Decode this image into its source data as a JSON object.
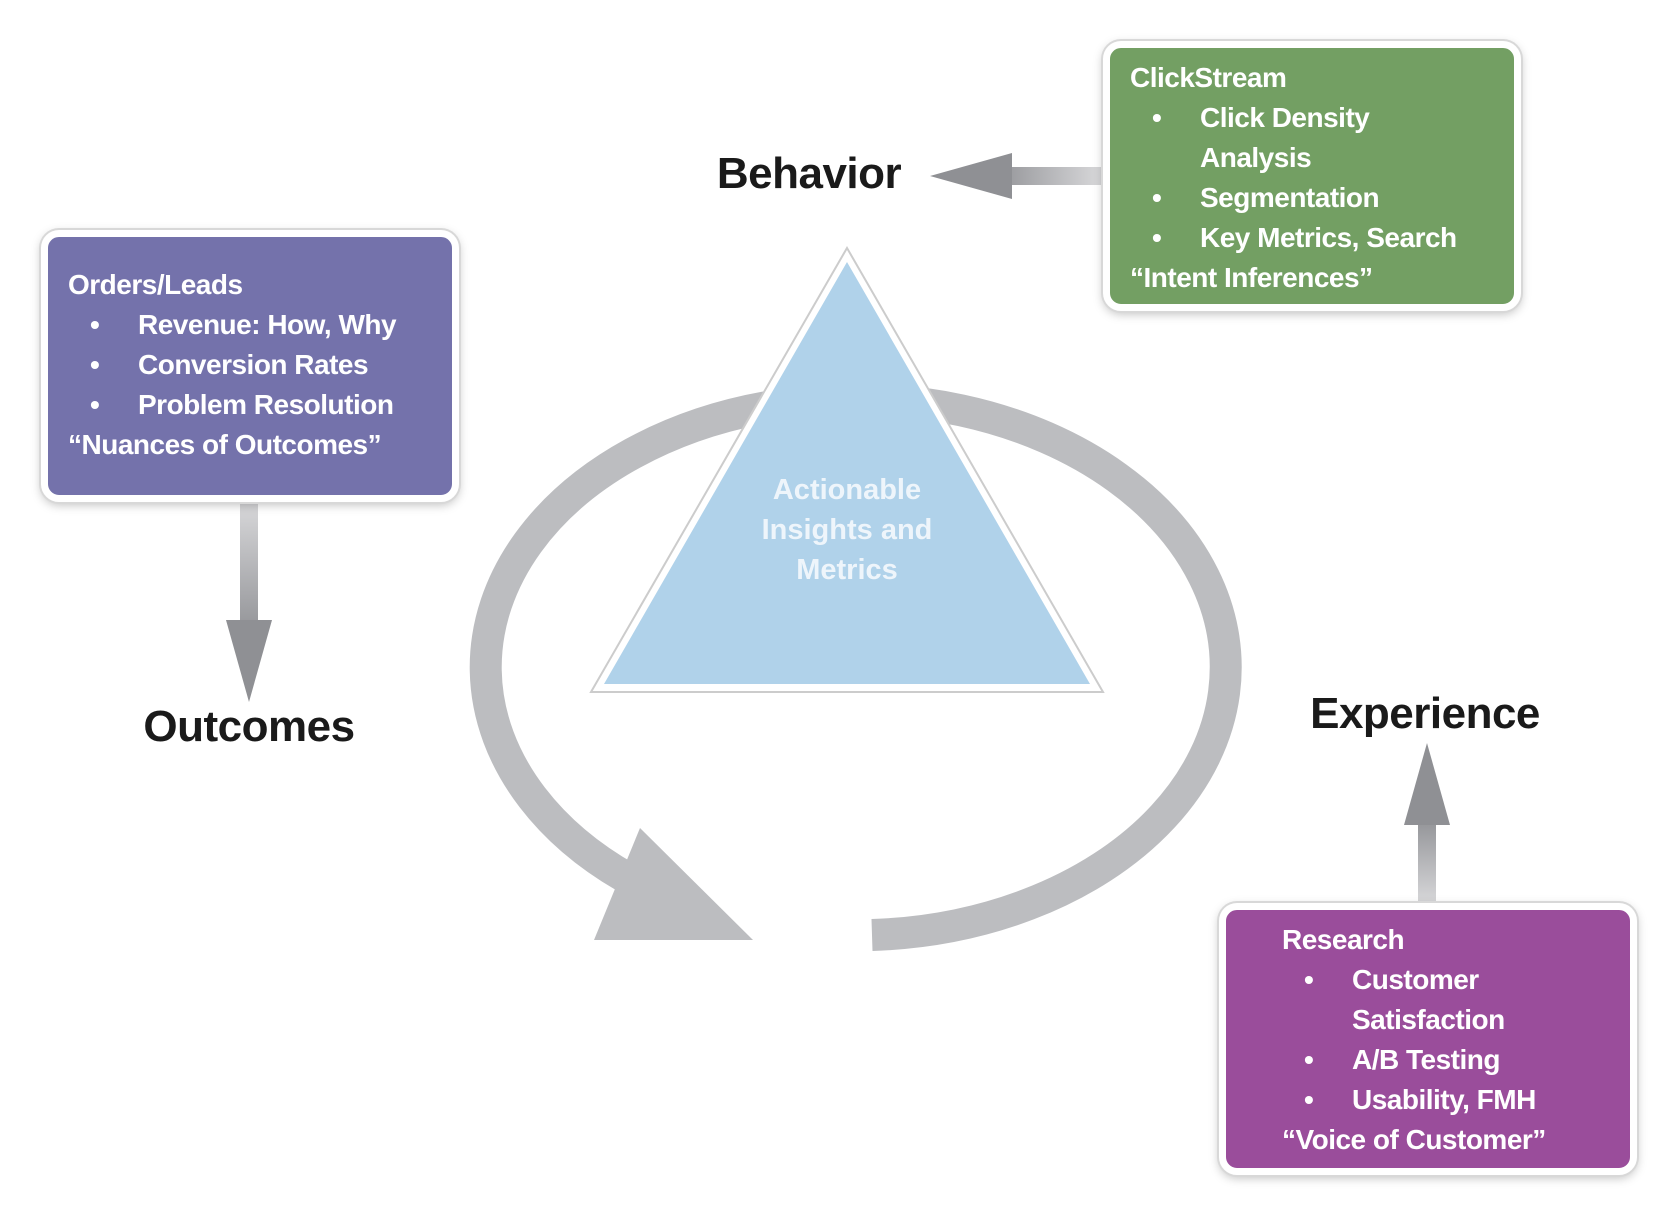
{
  "center": {
    "title_lines": [
      "Actionable",
      "Insights and",
      "Metrics"
    ],
    "color": "#b0d2ea"
  },
  "labels": {
    "behavior": "Behavior",
    "outcomes": "Outcomes",
    "experience": "Experience"
  },
  "boxes": {
    "orders": {
      "title": "Orders/Leads",
      "items": [
        "Revenue: How, Why",
        "Conversion Rates",
        "Problem Resolution"
      ],
      "quote": "“Nuances of Outcomes”",
      "color": "#7472ab"
    },
    "clickstream": {
      "title": "ClickStream",
      "items": [
        "Click Density Analysis",
        "Segmentation",
        "Key Metrics, Search"
      ],
      "quote": "“Intent Inferences”",
      "color": "#739f63"
    },
    "research": {
      "title": "Research",
      "items": [
        "Customer Satisfaction",
        "A/B Testing",
        "Usability, FMH"
      ],
      "quote": "“Voice of Customer”",
      "color": "#9a4d9b"
    }
  }
}
